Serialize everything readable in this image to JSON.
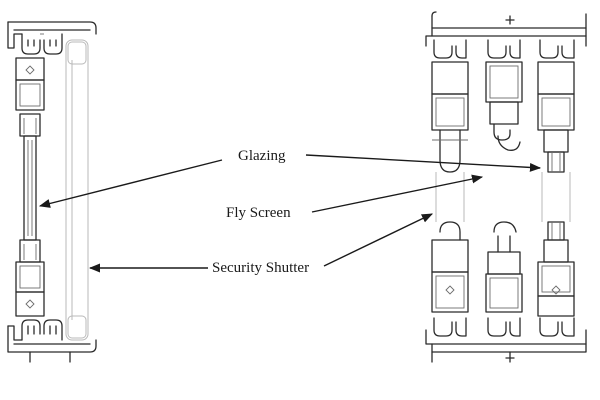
{
  "labels": {
    "glazing": "Glazing",
    "fly_screen": "Fly Screen",
    "security_shutter": "Security Shutter"
  },
  "colors": {
    "line": "#2b2b2b",
    "arrow": "#1a1a1a",
    "background": "#ffffff"
  }
}
